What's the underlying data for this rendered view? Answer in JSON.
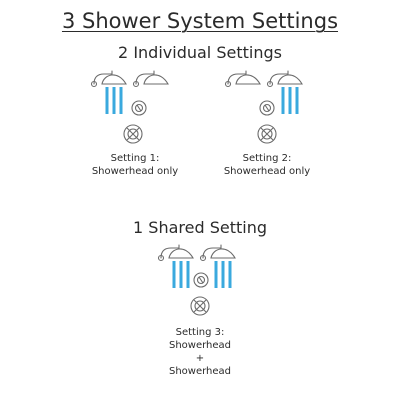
{
  "title": "3 Shower System Settings",
  "individual": {
    "heading": "2 Individual Settings",
    "settings": [
      {
        "label": "Setting 1:",
        "description": "Showerhead only",
        "active_head": "left"
      },
      {
        "label": "Setting 2:",
        "description": "Showerhead only",
        "active_head": "right"
      }
    ]
  },
  "shared": {
    "heading": "1 Shared Setting",
    "setting": {
      "label": "Setting 3:",
      "line1": "Showerhead",
      "plus": "+",
      "line2": "Showerhead",
      "active_head": "both"
    }
  },
  "icons": {
    "showerhead": "rain-showerhead-icon",
    "diverter": "diverter-knob-icon",
    "valve": "valve-handle-icon"
  },
  "colors": {
    "water": "#3aa9de",
    "fixture_line": "#6b6b6b",
    "text": "#2b2b2b"
  }
}
